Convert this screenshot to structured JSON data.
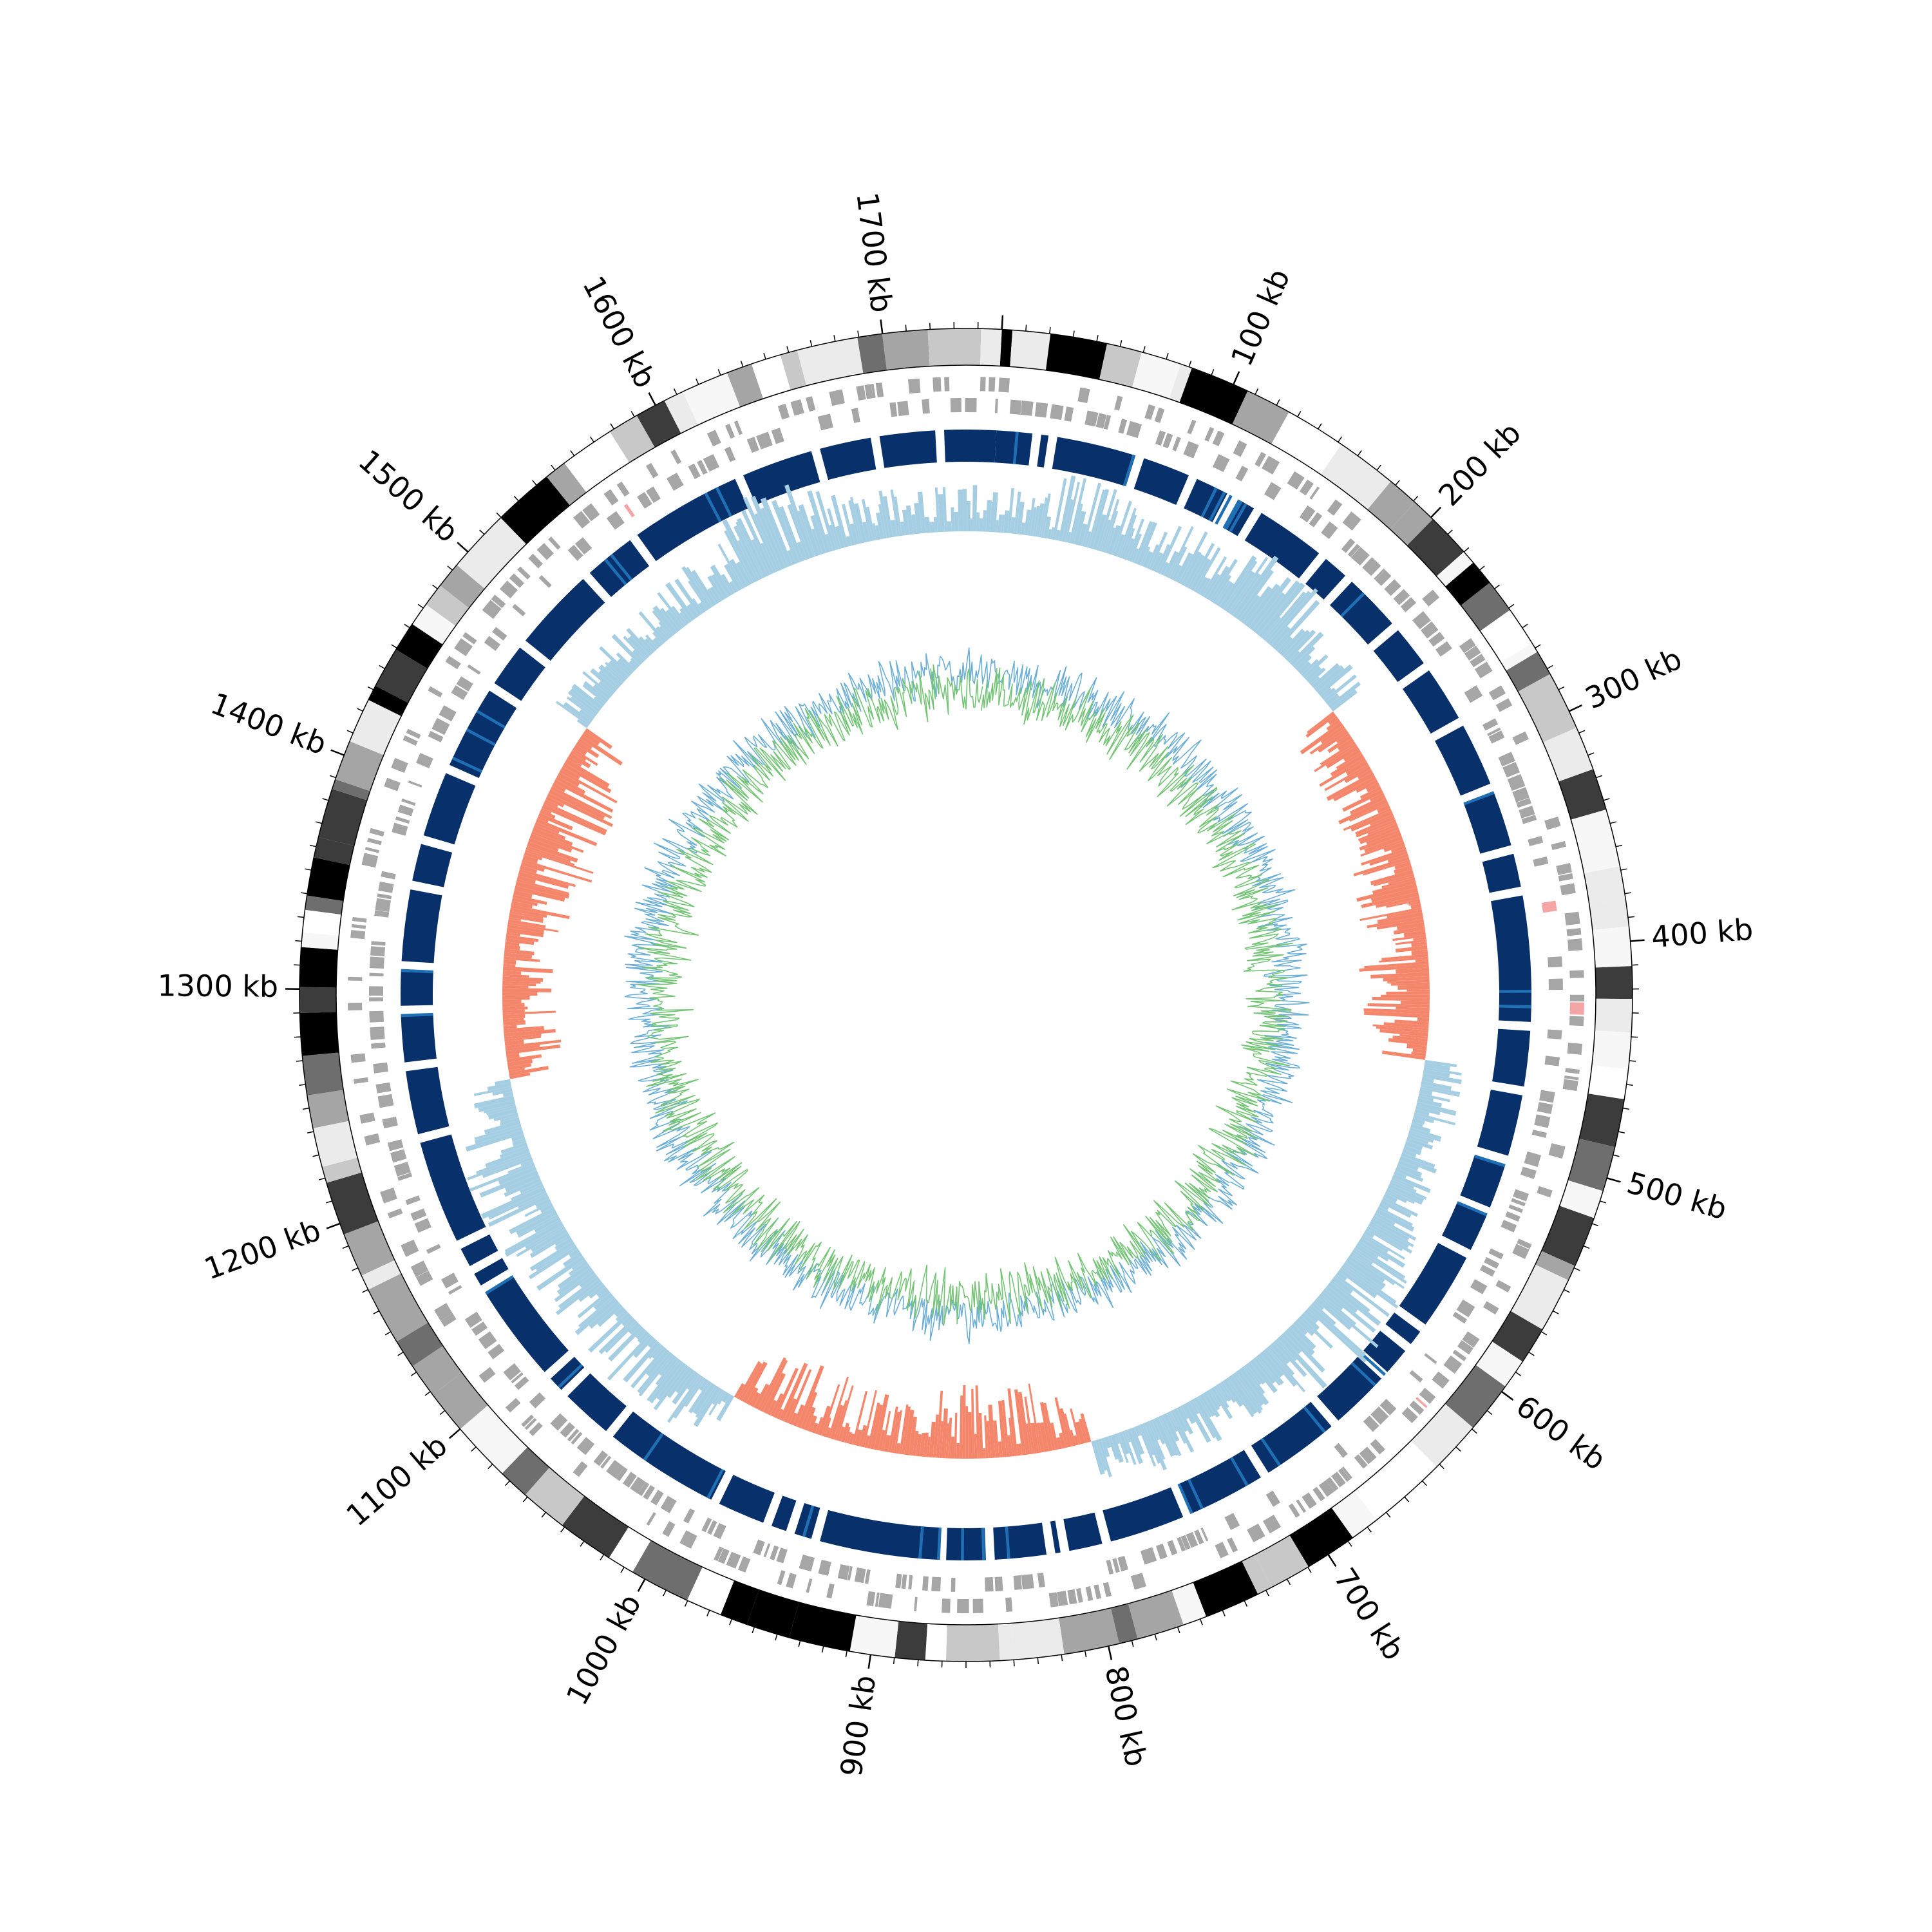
{
  "chart_data": {
    "type": "circos",
    "genome_length_kb": 1750,
    "ticks": {
      "labels": [
        {
          "kb": 100,
          "text": "100 kb"
        },
        {
          "kb": 200,
          "text": "200 kb"
        },
        {
          "kb": 300,
          "text": "300 kb"
        },
        {
          "kb": 400,
          "text": "400 kb"
        },
        {
          "kb": 500,
          "text": "500 kb"
        },
        {
          "kb": 600,
          "text": "600 kb"
        },
        {
          "kb": 700,
          "text": "700 kb"
        },
        {
          "kb": 800,
          "text": "800 kb"
        },
        {
          "kb": 900,
          "text": "900 kb"
        },
        {
          "kb": 1000,
          "text": "1000 kb"
        },
        {
          "kb": 1100,
          "text": "1100 kb"
        },
        {
          "kb": 1200,
          "text": "1200 kb"
        },
        {
          "kb": 1300,
          "text": "1300 kb"
        },
        {
          "kb": 1400,
          "text": "1400 kb"
        },
        {
          "kb": 1500,
          "text": "1500 kb"
        },
        {
          "kb": 1600,
          "text": "1600 kb"
        },
        {
          "kb": 1700,
          "text": "1700 kb"
        }
      ],
      "minor_step_kb": 10
    },
    "tracks": [
      {
        "name": "ideogram",
        "kind": "grayscale-bands",
        "colors": [
          "#000000",
          "#3c3c3c",
          "#6e6e6e",
          "#a5a5a5",
          "#c8c8c8",
          "#ebebeb",
          "#f7f7f7",
          "#ffffff"
        ]
      },
      {
        "name": "genes",
        "kind": "stranded-features",
        "color": "#a6a6a6",
        "accent": "#f4a6a6"
      },
      {
        "name": "synteny-blocks",
        "kind": "blocks",
        "color": "#08306b",
        "accent": "#1f6fb4",
        "gaps_kb": [
          20,
          28,
          72,
          100,
          121,
          125,
          136,
          175,
          192,
          225,
          250,
          282,
          318,
          350,
          371,
          438,
          470,
          505,
          532,
          555,
          598,
          610,
          628,
          662,
          705,
          748,
          790,
          811,
          818,
          848,
          872,
          935,
          948,
          960,
          988,
          1050,
          1080,
          1092,
          1145,
          1156,
          1170,
          1226,
          1262,
          1290,
          1312,
          1352,
          1375,
          1412,
          1458,
          1484,
          1530,
          1560,
          1620,
          1660,
          1690,
          1722
        ]
      },
      {
        "name": "bidirectional-histogram",
        "kind": "histogram",
        "positive_color": "#a6cee3",
        "negative_color": "#f4866b",
        "range": [
          -1,
          1
        ]
      },
      {
        "name": "line-tracks",
        "kind": "lines",
        "series": [
          {
            "color": "#6baed6"
          },
          {
            "color": "#74c476"
          }
        ]
      }
    ]
  }
}
